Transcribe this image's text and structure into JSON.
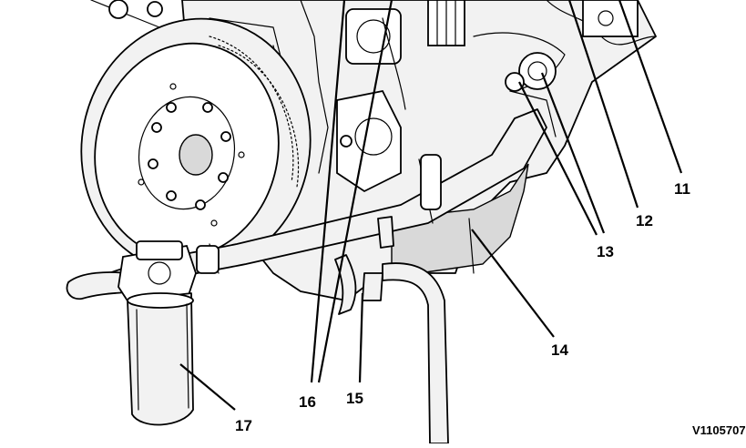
{
  "callouts": [
    {
      "id": "11",
      "text": "11"
    },
    {
      "id": "12",
      "text": "12"
    },
    {
      "id": "13",
      "text": "13"
    },
    {
      "id": "14",
      "text": "14"
    },
    {
      "id": "15",
      "text": "15"
    },
    {
      "id": "16",
      "text": "16"
    },
    {
      "id": "17",
      "text": "17"
    }
  ],
  "drawing_id": "V1105707"
}
